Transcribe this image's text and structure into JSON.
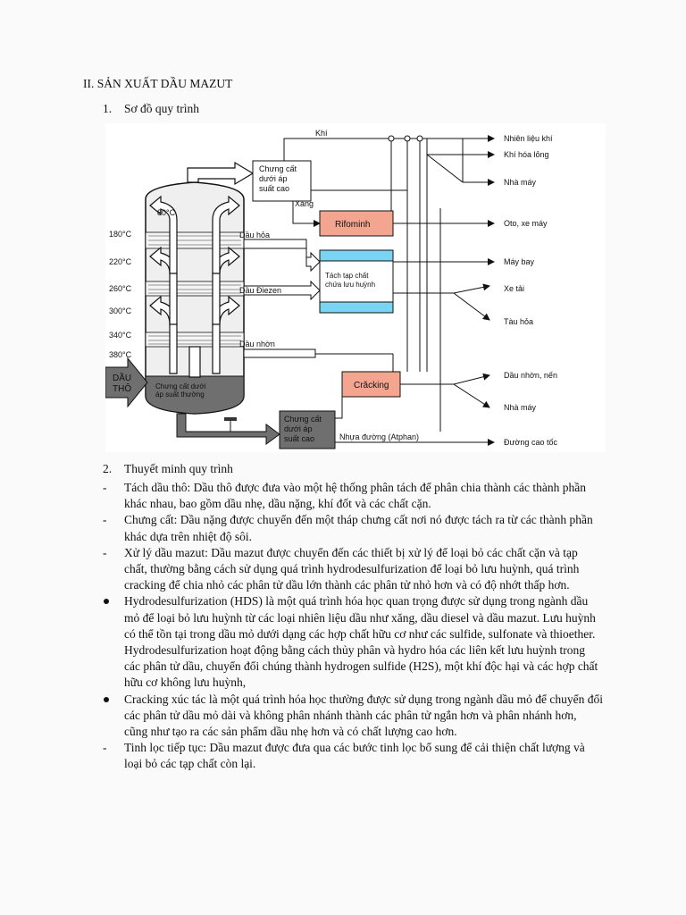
{
  "heading": "II. SẢN XUẤT DẦU MAZUT",
  "section1": {
    "num": "1.",
    "title": "Sơ đồ quy trình"
  },
  "section2": {
    "num": "2.",
    "title": "Thuyết minh quy trình"
  },
  "diagram": {
    "temps": [
      "180°C",
      "220°C",
      "260°C",
      "300°C",
      "340°C",
      "380°C"
    ],
    "top_temp": "80°C",
    "crude": [
      "DẦU",
      "THÔ"
    ],
    "atm_col": [
      "Chưng cất dưới",
      "áp suất thường"
    ],
    "hp": [
      "Chưng cất",
      "dưới áp",
      "suất cao"
    ],
    "vac": [
      "Chưng cất",
      "dưới áp",
      "suất cao"
    ],
    "streams": {
      "khi": "Khí",
      "xang": "Xăng",
      "dau_hoa": "Dầu hỏa",
      "dau_diezen": "Dầu Điezen",
      "dau_nhon": "Dầu nhờn",
      "nhua": "Nhựa đường (Atphan)"
    },
    "units": {
      "rifominh": "Rifominh",
      "tach": [
        "Tách tạp chất",
        "chứa lưu huỳnh"
      ],
      "cracking": "Crăcking"
    },
    "products": [
      "Nhiên liệu khí",
      "Khí hóa lỏng",
      "Nhà máy",
      "Oto, xe máy",
      "Máy bay",
      "Xe tải",
      "Tàu hỏa",
      "Dầu nhờn, nến",
      "Nhà máy",
      "Đường cao tốc"
    ],
    "colors": {
      "unit_fill": "#f4a58f",
      "tach_fill": "#7ad3f0",
      "tower_fill": "#efefef",
      "pipe_fill": "#6f6f6f"
    }
  },
  "items": [
    {
      "type": "dash",
      "text": "Tách dầu thô: Dầu thô được đưa vào một hệ thống phân tách để phân chia thành các thành phần khác nhau, bao gồm dầu nhẹ, dầu nặng, khí đốt và các chất cặn."
    },
    {
      "type": "dash",
      "text": "Chưng cất: Dầu nặng được chuyển đến một tháp chưng cất nơi nó được tách ra từ các thành phần khác dựa trên nhiệt độ sôi."
    },
    {
      "type": "dash",
      "text": "Xử lý dầu mazut: Dầu mazut được chuyển đến các thiết bị xử lý để loại bỏ các chất cặn và tạp chất, thường bằng cách sử dụng quá trình hydrodesulfurization để loại bỏ lưu huỳnh, quá trình cracking để chia nhỏ các phân tử dầu lớn thành các phân tử nhỏ hơn và có độ nhớt thấp hơn."
    },
    {
      "type": "bullet",
      "text": "Hydrodesulfurization (HDS) là một quá trình hóa học quan trọng được sử dụng trong ngành dầu mỏ để loại bỏ lưu huỳnh từ các loại nhiên liệu dầu như xăng, dầu diesel và dầu mazut. Lưu huỳnh có thể tồn tại trong dầu mỏ dưới dạng các hợp chất hữu cơ như các sulfide, sulfonate và thioether. Hydrodesulfurization hoạt động bằng cách thủy phân và hydro hóa các liên kết lưu huỳnh trong các phân tử dầu, chuyển đổi chúng thành hydrogen sulfide (H2S), một khí độc hại và các hợp chất hữu cơ không lưu huỳnh,"
    },
    {
      "type": "bullet",
      "text": "Cracking xúc tác là một quá trình hóa học thường được sử dụng trong ngành dầu mỏ để chuyển đổi các phân tử dầu mỏ dài và không phân nhánh thành các phân tử ngắn hơn và phân nhánh hơn, cũng như tạo ra các sản phẩm dầu nhẹ hơn và có chất lượng cao hơn."
    },
    {
      "type": "dash",
      "text": "Tinh lọc tiếp tục: Dầu mazut được đưa qua các bước tinh lọc bổ sung để cải thiện chất lượng và loại bỏ các tạp chất còn lại."
    }
  ]
}
